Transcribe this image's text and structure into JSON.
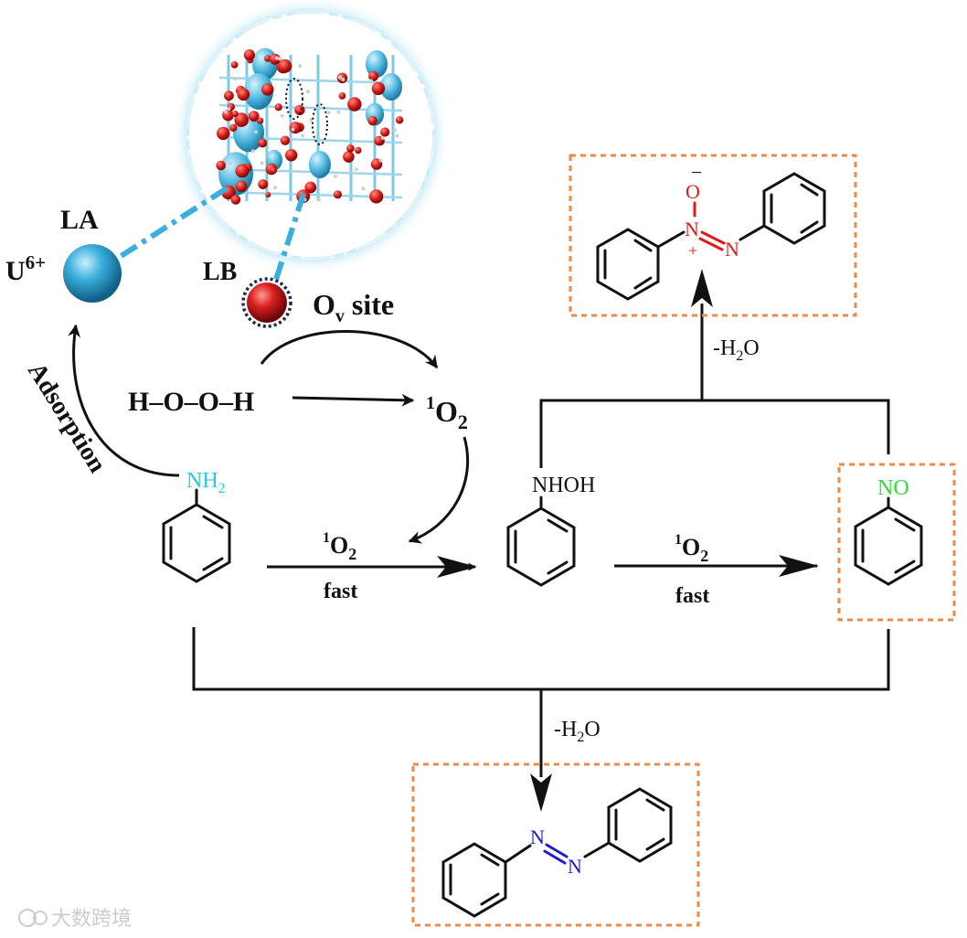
{
  "colors": {
    "lewis_acid": "#3aaedc",
    "lewis_base": "#d8201e",
    "amine": "#22c8e8",
    "nitroso": "#33dd33",
    "azo": "#1c1ccc",
    "azoxy": "#e01a1a",
    "product_box": "#ef8a4a",
    "text": "#111111"
  },
  "icons": {
    "catalyst": "oxygen-vacancy-lattice-icon",
    "acid_site": "u6-sphere-icon",
    "base_site": "oxygen-sphere-icon"
  },
  "labels": {
    "la": "LA",
    "u_ion": "U",
    "u_charge": "6+",
    "lb": "LB",
    "ov_main": "O",
    "ov_sub": "v",
    "ov_rest": " site",
    "adsorption": "Adsorption",
    "peroxide": "H–O–O–H",
    "singlet_sup": "1",
    "singlet_o": "O",
    "singlet_sub": "2",
    "step1_sup": "1",
    "step1_o": "O",
    "step1_sub": "2",
    "step1_fast": "fast",
    "step2_sup": "1",
    "step2_o": "O",
    "step2_sub": "2",
    "step2_fast": "fast",
    "water_top_h": "-H",
    "water_top_sub": "2",
    "water_top_o": "O",
    "water_bottom_h": "-H",
    "water_bottom_sub": "2",
    "water_bottom_o": "O"
  },
  "molecules": {
    "aniline_nh2_main": "NH",
    "aniline_nh2_sub": "2",
    "hydroxylamine": "NHOH",
    "nitroso": "NO",
    "azo_n1": "N",
    "azo_n2": "N",
    "azoxy_o": "O",
    "azoxy_minus": "−",
    "azoxy_n1": "N",
    "azoxy_plus": "+",
    "azoxy_n2": "N"
  },
  "watermark": "大数跨境"
}
